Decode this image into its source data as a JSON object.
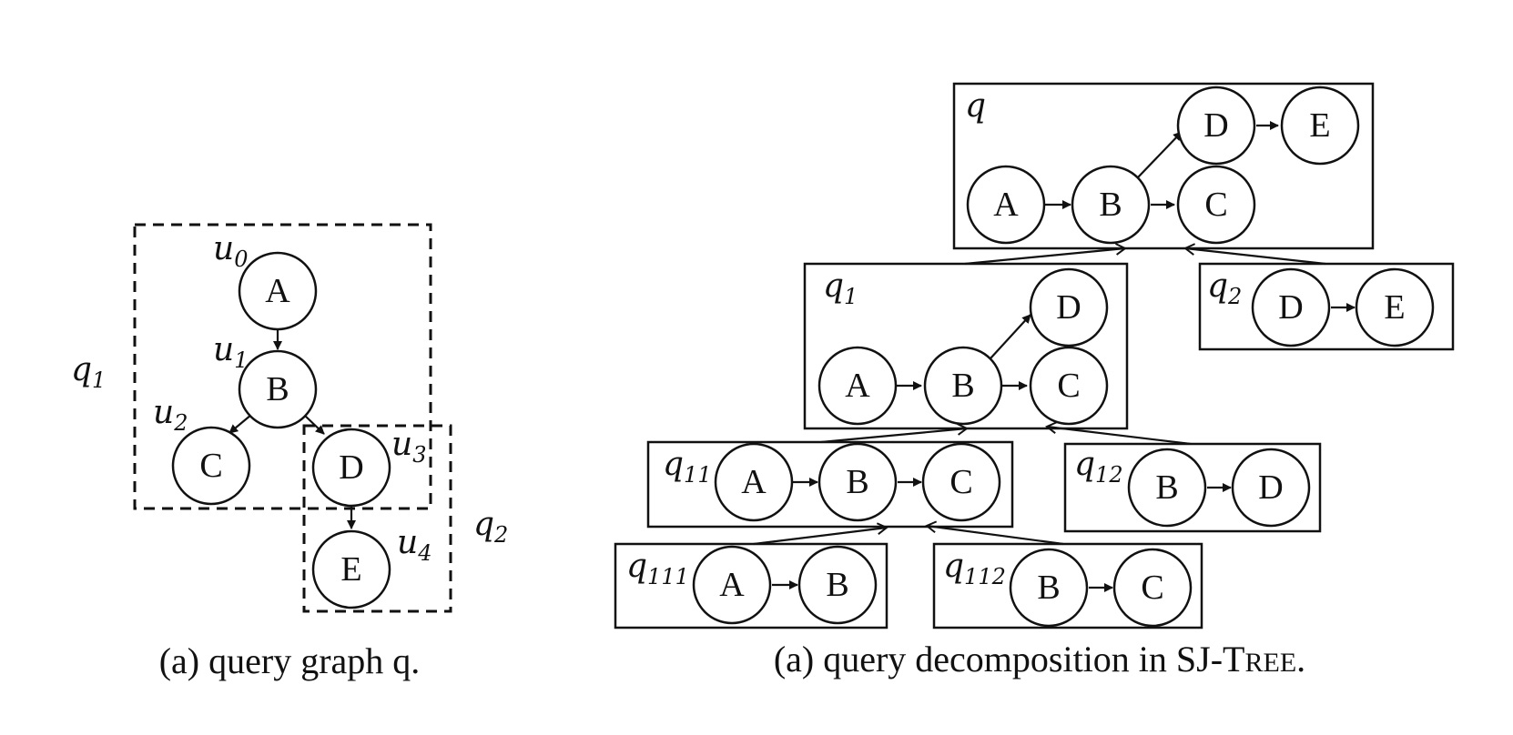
{
  "left": {
    "nodes": {
      "A": "A",
      "B": "B",
      "C": "C",
      "D": "D",
      "E": "E"
    },
    "vertex_labels": {
      "u0": {
        "base": "u",
        "sub": "0"
      },
      "u1": {
        "base": "u",
        "sub": "1"
      },
      "u2": {
        "base": "u",
        "sub": "2"
      },
      "u3": {
        "base": "u",
        "sub": "3"
      },
      "u4": {
        "base": "u",
        "sub": "4"
      }
    },
    "region_labels": {
      "q1": {
        "base": "q",
        "sub": "1"
      },
      "q2": {
        "base": "q",
        "sub": "2"
      }
    },
    "caption": "(a) query graph q."
  },
  "right": {
    "boxes": {
      "q": {
        "base": "q",
        "sub": ""
      },
      "q1": {
        "base": "q",
        "sub": "1"
      },
      "q2": {
        "base": "q",
        "sub": "2"
      },
      "q11": {
        "base": "q",
        "sub": "11"
      },
      "q12": {
        "base": "q",
        "sub": "12"
      },
      "q111": {
        "base": "q",
        "sub": "111"
      },
      "q112": {
        "base": "q",
        "sub": "112"
      }
    },
    "node_labels": {
      "A": "A",
      "B": "B",
      "C": "C",
      "D": "D",
      "E": "E"
    },
    "caption": {
      "prefix": "(a) query decomposition in SJ-T",
      "smallcaps": "REE",
      "suffix": "."
    }
  }
}
